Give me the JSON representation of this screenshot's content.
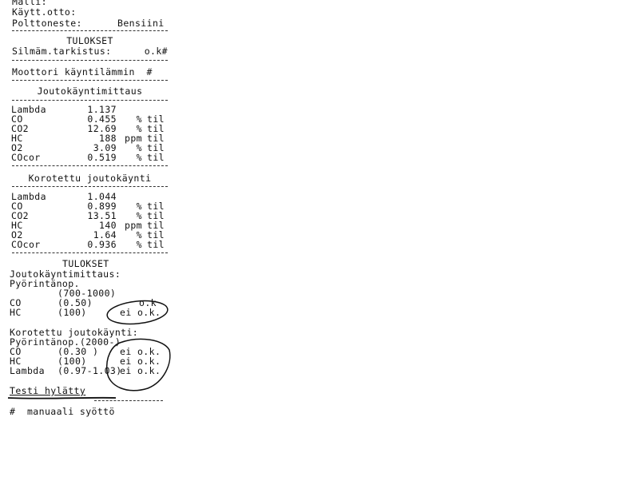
{
  "header": {
    "malli": "Malli:",
    "kayttoonotto": "Käytt.otto:",
    "polttoaine_label": "Polttoneste:",
    "polttoaine_value": "Bensiini"
  },
  "results1": {
    "title": "TULOKSET",
    "visual_label": "Silmäm.tarkistus:",
    "visual_value": "o.k#",
    "engine_warm": "Moottori käyntilämmin  #"
  },
  "idle": {
    "title": "Joutokäyntimittaus",
    "rows": [
      {
        "name": "Lambda",
        "value": "1.137",
        "unit": "",
        "mark": ""
      },
      {
        "name": "CO",
        "value": "0.455",
        "unit": "%",
        "mark": "til"
      },
      {
        "name": "CO2",
        "value": "12.69",
        "unit": "%",
        "mark": "til"
      },
      {
        "name": "HC",
        "value": "188",
        "unit": "ppm",
        "mark": "til"
      },
      {
        "name": "O2",
        "value": "3.09",
        "unit": "%",
        "mark": "til"
      },
      {
        "name": "COcor",
        "value": "0.519",
        "unit": "%",
        "mark": "til"
      }
    ]
  },
  "raised": {
    "title": "Korotettu joutokäynti",
    "rows": [
      {
        "name": "Lambda",
        "value": "1.044",
        "unit": "",
        "mark": ""
      },
      {
        "name": "CO",
        "value": "0.899",
        "unit": "%",
        "mark": "til"
      },
      {
        "name": "CO2",
        "value": "13.51",
        "unit": "%",
        "mark": "til"
      },
      {
        "name": "HC",
        "value": "140",
        "unit": "ppm",
        "mark": "til"
      },
      {
        "name": "O2",
        "value": "1.64",
        "unit": "%",
        "mark": "til"
      },
      {
        "name": "COcor",
        "value": "0.936",
        "unit": "%",
        "mark": "til"
      }
    ]
  },
  "results2": {
    "title": "TULOKSET",
    "idle_title": "Joutokäyntimittaus:",
    "rpm_label": "Pyörintänop.",
    "rpm_range": "(700-1000)",
    "idle_rows": [
      {
        "name": "CO",
        "limit": "(0.50)",
        "verdict": "o.k"
      },
      {
        "name": "HC",
        "limit": "(100)",
        "verdict": "ei o.k."
      }
    ],
    "raised_title": "Korotettu joutokäynti:",
    "raised_rpm": "Pyörintänop.(2000-)",
    "raised_rows": [
      {
        "name": "CO",
        "limit": "(0.30 )",
        "verdict": "ei o.k."
      },
      {
        "name": "HC",
        "limit": "(100)",
        "verdict": "ei o.k."
      },
      {
        "name": "Lambda",
        "limit": "(0.97-1.03)",
        "verdict": "ei o.k."
      }
    ]
  },
  "verdict": {
    "text": "Testi hylätty"
  },
  "footer": {
    "note": "#  manuaali syöttö"
  }
}
